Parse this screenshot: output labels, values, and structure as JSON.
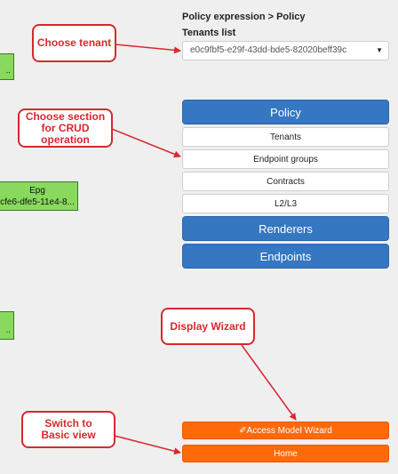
{
  "header": {
    "breadcrumb": "Policy expression > Policy",
    "tenants_label": "Tenants list"
  },
  "tenant_select": {
    "value": "e0c9fbf5-e29f-43dd-bde5-82020beff39c",
    "caret": "▼"
  },
  "sections": {
    "policy": "Policy",
    "tenants": "Tenants",
    "endpoint_groups": "Endpoint groups",
    "contracts": "Contracts",
    "l2l3": "L2/L3",
    "renderers": "Renderers",
    "endpoints": "Endpoints"
  },
  "bottom_buttons": {
    "wizard_icon": "✐",
    "wizard": "Access Model Wizard",
    "home": "Home"
  },
  "graph": {
    "node_top_text": "..",
    "node_epg_title": "Epg",
    "node_epg_id": "cfe6-dfe5-11e4-8...",
    "node_bottom_text": ".."
  },
  "annotations": {
    "choose_tenant": "Choose tenant",
    "choose_section": "Choose section for CRUD operation",
    "display_wizard": "Display Wizard",
    "switch_basic": "Switch to Basic view"
  },
  "colors": {
    "annotation_red": "#d8282f",
    "primary_blue": "#3577c0",
    "accent_orange": "#fe6a0a",
    "node_green": "#88d95d"
  }
}
